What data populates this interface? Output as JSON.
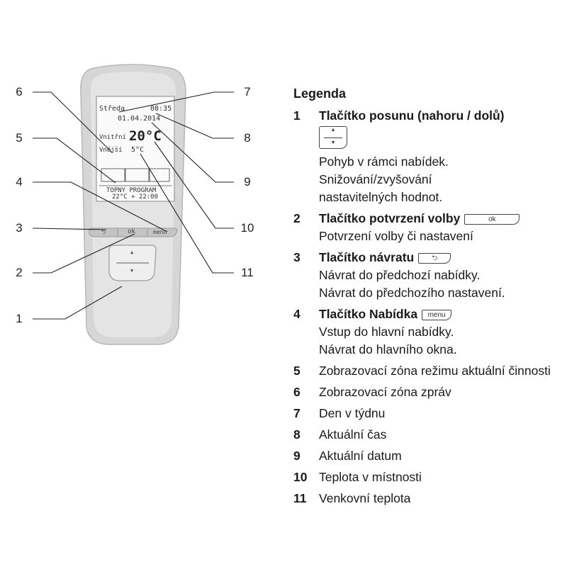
{
  "device": {
    "display": {
      "day": "Středa",
      "time": "08:35",
      "date": "01.04.2014",
      "indoor_label": "Vnitřní",
      "indoor_temp": "20°C",
      "outdoor_label": "Vnější",
      "outdoor_temp": "5°C",
      "mode_line1": "TOPNY PROGRAM",
      "mode_line2": "22°C + 22:00"
    },
    "buttons": {
      "back": "⮌",
      "ok": "ok",
      "menu": "menu",
      "up": "▲",
      "down": "▼"
    }
  },
  "callouts": [
    "6",
    "5",
    "4",
    "3",
    "2",
    "1",
    "7",
    "8",
    "9",
    "10",
    "11"
  ],
  "legend": {
    "title": "Legenda",
    "items": [
      {
        "num": "1",
        "title": "Tlačítko posunu (nahoru / dolů)",
        "lines": [
          "Pohyb v rámci nabídek.",
          "Snižování/zvyšování",
          "nastavitelných hodnot."
        ]
      },
      {
        "num": "2",
        "title": "Tlačítko potvrzení volby",
        "key": "ok",
        "lines": [
          "Potvrzení volby či nastavení"
        ]
      },
      {
        "num": "3",
        "title": "Tlačítko návratu",
        "key": "⮌",
        "lines": [
          "Návrat do předchozí nabídky.",
          "Návrat do předchozího nastavení."
        ]
      },
      {
        "num": "4",
        "title": "Tlačítko Nabídka",
        "key": "menu",
        "lines": [
          "Vstup do hlavní nabídky.",
          "Návrat do hlavního okna."
        ]
      },
      {
        "num": "5",
        "text": "Zobrazovací zóna režimu aktuální činnosti"
      },
      {
        "num": "6",
        "text": "Zobrazovací zóna zpráv"
      },
      {
        "num": "7",
        "text": "Den v týdnu"
      },
      {
        "num": "8",
        "text": "Aktuální čas"
      },
      {
        "num": "9",
        "text": "Aktuální datum"
      },
      {
        "num": "10",
        "text": "Teplota v místnosti"
      },
      {
        "num": "11",
        "text": "Venkovní teplota"
      }
    ]
  }
}
